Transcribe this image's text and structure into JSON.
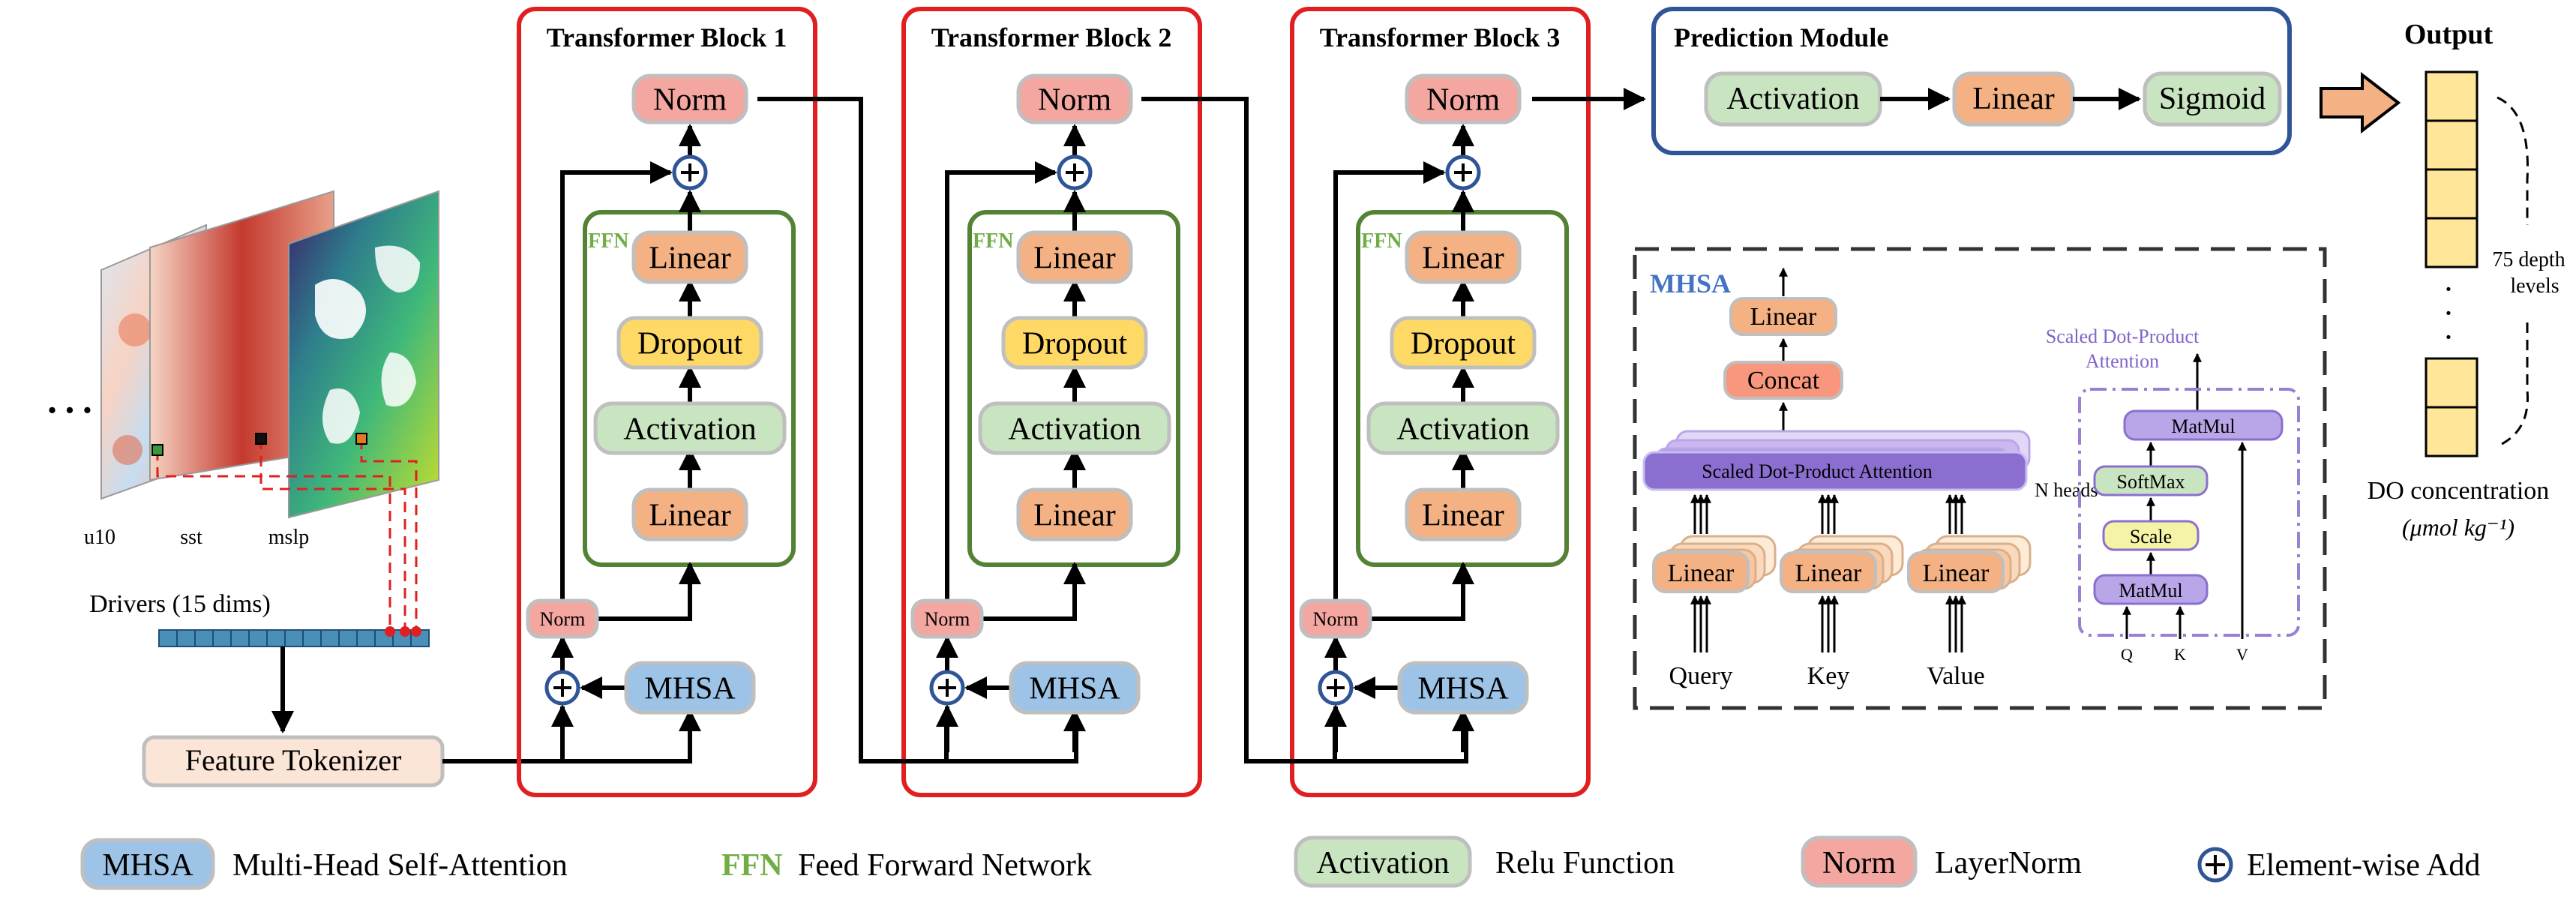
{
  "inputs": {
    "ellipsis": "…",
    "maps": [
      "u10",
      "sst",
      "mslp"
    ],
    "drivers_label": "Drivers (15 dims)",
    "tokenizer_label": "Feature Tokenizer"
  },
  "blocks": [
    {
      "title": "Transformer Block 1"
    },
    {
      "title": "Transformer Block 2"
    },
    {
      "title": "Transformer Block 3"
    }
  ],
  "block_nodes": {
    "norm_top": "Norm",
    "ffn_tag": "FFN",
    "ffn_linear_top": "Linear",
    "dropout": "Dropout",
    "activation": "Activation",
    "ffn_linear_bottom": "Linear",
    "norm_small": "Norm",
    "mhsa": "MHSA"
  },
  "prediction": {
    "title": "Prediction Module",
    "activation": "Activation",
    "linear": "Linear",
    "sigmoid": "Sigmoid"
  },
  "output": {
    "title": "Output",
    "depth_label_1": "75 depth",
    "depth_label_2": "levels",
    "dots": "·",
    "caption_1": "DO concentration",
    "caption_2": "(μmol kg⁻¹)"
  },
  "mhsa_panel": {
    "title": "MHSA",
    "linear_top": "Linear",
    "concat": "Concat",
    "sdpa": "Scaled Dot-Product Attention",
    "n_heads": "N heads",
    "linear_q": "Linear",
    "linear_k": "Linear",
    "linear_v": "Linear",
    "query": "Query",
    "key": "Key",
    "value": "Value",
    "sdpa_title_1": "Scaled Dot-Product",
    "sdpa_title_2": "Attention",
    "matmul_top": "MatMul",
    "softmax": "SoftMax",
    "scale": "Scale",
    "matmul_bottom": "MatMul",
    "q": "Q",
    "k": "K",
    "v": "V"
  },
  "legend": {
    "mhsa_tag": "MHSA",
    "mhsa_desc": "Multi-Head Self-Attention",
    "ffn_tag": "FFN",
    "ffn_desc": "Feed Forward Network",
    "act_tag": "Activation",
    "act_desc": "Relu Function",
    "norm_tag": "Norm",
    "norm_desc": "LayerNorm",
    "add_desc": "Element-wise Add"
  },
  "colors": {
    "block_border": "#e02020",
    "pred_border": "#2f5597",
    "ffn_border": "#548235",
    "norm_fill": "#f4a6a0",
    "linear_fill": "#f4b183",
    "dropout_fill": "#ffd966",
    "activation_fill": "#c9e4c0",
    "mhsa_fill": "#9dc3e6",
    "concat_fill": "#f8977e",
    "sdpa_fill": "#8b6fd0",
    "sdpa_box": "#9b7fd4",
    "output_cell": "#ffe699",
    "tokenizer_fill": "#fbe5d6",
    "driver_fill": "#4a8fb8",
    "add_stroke": "#2f5597",
    "ffn_text": "#70ad47",
    "mhsa_title": "#4472c4"
  }
}
